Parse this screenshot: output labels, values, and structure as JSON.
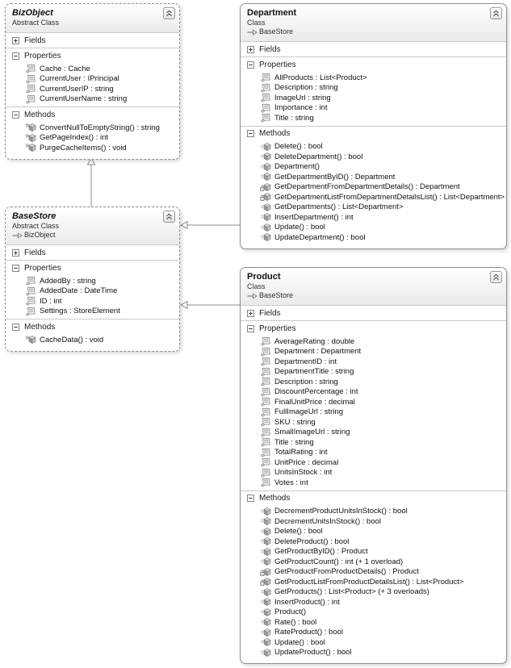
{
  "palette": {
    "border": "#8e8e8e",
    "connector": "#8c8c8c",
    "header_gradient_start": "#ffffff",
    "header_gradient_end": "#eaeaea",
    "text": "#111111"
  },
  "diagram": {
    "classes": [
      {
        "name": "BizObject",
        "kind": "Abstract Class",
        "abstract": true,
        "inherits": null,
        "collapse_icon": "collapse-chevron-icon",
        "sections": [
          {
            "label": "Fields",
            "expanded": false,
            "expander_icon": "plus-expander-icon",
            "members": []
          },
          {
            "label": "Properties",
            "expanded": true,
            "expander_icon": "minus-expander-icon",
            "members": [
              {
                "icon": "property-icon",
                "label": "Cache : Cache"
              },
              {
                "icon": "property-icon",
                "label": "CurrentUser : IPrincipal"
              },
              {
                "icon": "property-icon",
                "label": "CurrentUserIP : string"
              },
              {
                "icon": "property-icon",
                "label": "CurrentUserName : string"
              }
            ]
          },
          {
            "label": "Methods",
            "expanded": true,
            "expander_icon": "minus-expander-icon",
            "members": [
              {
                "icon": "method-protected-icon",
                "label": "ConvertNullToEmptyString() : string"
              },
              {
                "icon": "method-protected-icon",
                "label": "GetPageIndex() : int"
              },
              {
                "icon": "method-protected-icon",
                "label": "PurgeCacheItems() : void"
              }
            ]
          }
        ]
      },
      {
        "name": "BaseStore",
        "kind": "Abstract Class",
        "abstract": true,
        "inherits": "BizObject",
        "inherits_icon": "inherits-arrow-icon",
        "collapse_icon": "collapse-chevron-icon",
        "sections": [
          {
            "label": "Fields",
            "expanded": false,
            "expander_icon": "plus-expander-icon",
            "members": []
          },
          {
            "label": "Properties",
            "expanded": true,
            "expander_icon": "minus-expander-icon",
            "members": [
              {
                "icon": "property-icon",
                "label": "AddedBy : string"
              },
              {
                "icon": "property-icon",
                "label": "AddedDate : DateTime"
              },
              {
                "icon": "property-icon",
                "label": "ID : int"
              },
              {
                "icon": "property-icon",
                "label": "Settings : StoreElement"
              }
            ]
          },
          {
            "label": "Methods",
            "expanded": true,
            "expander_icon": "minus-expander-icon",
            "members": [
              {
                "icon": "method-protected-icon",
                "label": "CacheData() : void"
              }
            ]
          }
        ]
      },
      {
        "name": "Department",
        "kind": "Class",
        "abstract": false,
        "inherits": "BaseStore",
        "inherits_icon": "inherits-arrow-icon",
        "collapse_icon": "collapse-chevron-icon",
        "sections": [
          {
            "label": "Fields",
            "expanded": false,
            "expander_icon": "plus-expander-icon",
            "members": []
          },
          {
            "label": "Properties",
            "expanded": true,
            "expander_icon": "minus-expander-icon",
            "members": [
              {
                "icon": "property-icon",
                "label": "AllProducts : List<Product>"
              },
              {
                "icon": "property-icon",
                "label": "Description : string"
              },
              {
                "icon": "property-icon",
                "label": "ImageUrl : string"
              },
              {
                "icon": "property-icon",
                "label": "Importance : int"
              },
              {
                "icon": "property-icon",
                "label": "Title : string"
              }
            ]
          },
          {
            "label": "Methods",
            "expanded": true,
            "expander_icon": "minus-expander-icon",
            "members": [
              {
                "icon": "method-icon",
                "label": "Delete() : bool"
              },
              {
                "icon": "method-icon",
                "label": "DeleteDepartment() : bool"
              },
              {
                "icon": "method-icon",
                "label": "Department()"
              },
              {
                "icon": "method-icon",
                "label": "GetDepartmentByID() : Department"
              },
              {
                "icon": "method-private-icon",
                "label": "GetDepartmentFromDepartmentDetails() : Department"
              },
              {
                "icon": "method-private-icon",
                "label": "GetDepartmentListFromDepartmentDetailsList() : List<Department>"
              },
              {
                "icon": "method-icon",
                "label": "GetDepartments() : List<Department>"
              },
              {
                "icon": "method-icon",
                "label": "InsertDepartment() : int"
              },
              {
                "icon": "method-icon",
                "label": "Update() : bool"
              },
              {
                "icon": "method-icon",
                "label": "UpdateDepartment() : bool"
              }
            ]
          }
        ]
      },
      {
        "name": "Product",
        "kind": "Class",
        "abstract": false,
        "inherits": "BaseStore",
        "inherits_icon": "inherits-arrow-icon",
        "collapse_icon": "collapse-chevron-icon",
        "sections": [
          {
            "label": "Fields",
            "expanded": false,
            "expander_icon": "plus-expander-icon",
            "members": []
          },
          {
            "label": "Properties",
            "expanded": true,
            "expander_icon": "minus-expander-icon",
            "members": [
              {
                "icon": "property-icon",
                "label": "AverageRating : double"
              },
              {
                "icon": "property-icon",
                "label": "Department : Department"
              },
              {
                "icon": "property-icon",
                "label": "DepartmentID : int"
              },
              {
                "icon": "property-icon",
                "label": "DepartmentTitle : string"
              },
              {
                "icon": "property-icon",
                "label": "Description : string"
              },
              {
                "icon": "property-icon",
                "label": "DiscountPercentage : int"
              },
              {
                "icon": "property-icon",
                "label": "FinalUnitPrice : decimal"
              },
              {
                "icon": "property-icon",
                "label": "FullImageUrl : string"
              },
              {
                "icon": "property-icon",
                "label": "SKU : string"
              },
              {
                "icon": "property-icon",
                "label": "SmallImageUrl : string"
              },
              {
                "icon": "property-icon",
                "label": "Title : string"
              },
              {
                "icon": "property-icon",
                "label": "TotalRating : int"
              },
              {
                "icon": "property-icon",
                "label": "UnitPrice : decimal"
              },
              {
                "icon": "property-icon",
                "label": "UnitsInStock : int"
              },
              {
                "icon": "property-icon",
                "label": "Votes : int"
              }
            ]
          },
          {
            "label": "Methods",
            "expanded": true,
            "expander_icon": "minus-expander-icon",
            "members": [
              {
                "icon": "method-icon",
                "label": "DecrementProductUnitsInStock() : bool"
              },
              {
                "icon": "method-icon",
                "label": "DecrementUnitsInStock() : bool"
              },
              {
                "icon": "method-icon",
                "label": "Delete() : bool"
              },
              {
                "icon": "method-icon",
                "label": "DeleteProduct() : bool"
              },
              {
                "icon": "method-icon",
                "label": "GetProductByID() : Product"
              },
              {
                "icon": "method-icon",
                "label": "GetProductCount() : int (+ 1 overload)"
              },
              {
                "icon": "method-private-icon",
                "label": "GetProductFromProductDetails() : Product"
              },
              {
                "icon": "method-private-icon",
                "label": "GetProductListFromProductDetailsList() : List<Product>"
              },
              {
                "icon": "method-icon",
                "label": "GetProducts() : List<Product> (+ 3 overloads)"
              },
              {
                "icon": "method-icon",
                "label": "InsertProduct() : int"
              },
              {
                "icon": "method-icon",
                "label": "Product()"
              },
              {
                "icon": "method-icon",
                "label": "Rate() : bool"
              },
              {
                "icon": "method-icon",
                "label": "RateProduct() : bool"
              },
              {
                "icon": "method-icon",
                "label": "Update() : bool"
              },
              {
                "icon": "method-icon",
                "label": "UpdateProduct() : bool"
              }
            ]
          }
        ]
      }
    ]
  }
}
